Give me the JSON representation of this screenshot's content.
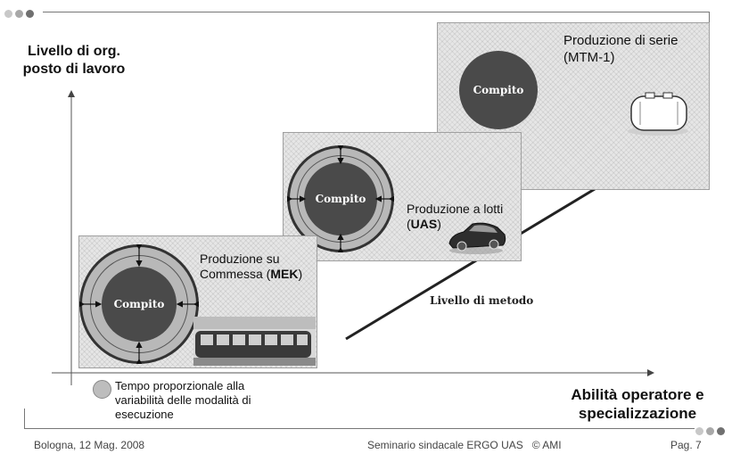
{
  "y_axis_label": [
    "Livello di org.",
    "posto di lavoro"
  ],
  "x_axis_label": [
    "Abilità operatore e",
    "specializzazione"
  ],
  "method_label": "Livello di metodo",
  "legend_text": [
    "Tempo proporzionale alla",
    "variabilità delle modalità di",
    "esecuzione"
  ],
  "stages": [
    {
      "core_label": "Compito",
      "title_line1": "Produzione su",
      "title_line2_pre": "Commessa (",
      "title_line2_bold": "MEK",
      "title_line2_post": ")",
      "image": "tram"
    },
    {
      "core_label": "Compito",
      "title_line1": "Produzione a lotti",
      "title_line2_pre": "(",
      "title_line2_bold": "UAS",
      "title_line2_post": ")",
      "image": "car"
    },
    {
      "core_label": "Compito",
      "title_line1": "Produzione di serie",
      "title_line2_pre": "(MTM-1)",
      "title_line2_bold": "",
      "title_line2_post": "",
      "image": "toaster"
    }
  ],
  "footer": {
    "left": "Bologna, 12 Mag. 2008",
    "center": "Seminario sindacale ERGO UAS   © AMI",
    "right": "Pag. 7"
  },
  "colors": {
    "core": "#4a4a4a",
    "ring": "#b8b8b8",
    "panel": "#e6e6e6"
  }
}
